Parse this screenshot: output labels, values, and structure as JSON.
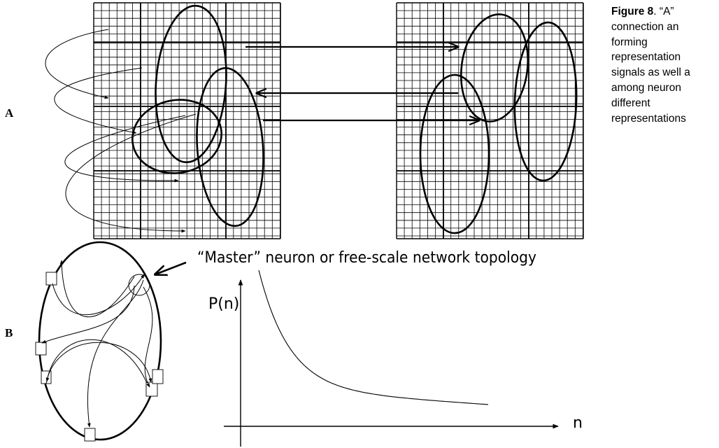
{
  "panels": {
    "a_label": "A",
    "b_label": "B"
  },
  "caption": {
    "head": "Figure 8",
    "lines": [
      ". “A”",
      "connection an",
      "forming",
      "representation",
      "signals as well a",
      "among neuron",
      "different",
      "representations"
    ]
  },
  "panel_b": {
    "title": "“Master” neuron or free-scale network topology",
    "y_axis_label": "P(n)",
    "x_axis_label": "n"
  }
}
